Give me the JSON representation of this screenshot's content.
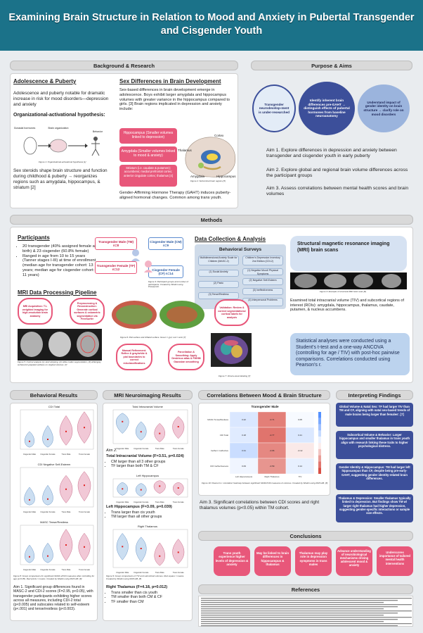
{
  "title": "Examining Brain Structure in Relation to Mood and Anxiety in Pubertal Transgender and Cisgender Youth",
  "headers": {
    "background": "Background & Research",
    "purpose": "Purpose & Aims",
    "methods": "Methods",
    "behavioral": "Behavioral Results",
    "mri_results": "MRI Neuroimaging Results",
    "correlations": "Correlations Between Mood & Brain Structure",
    "interpreting": "Interpreting Findings",
    "conclusions": "Conclusions",
    "references": "References"
  },
  "background": {
    "adolescence_title": "Adolescence & Puberty",
    "adolescence_text": "Adolescence and puberty notable for dramatic increase in risk for mood disorders—depression and anxiety",
    "org_title": "Organizational-activational hypothesis:",
    "diagram_labels": [
      "Gonadal hormones",
      "Brain organization",
      "Behavior"
    ],
    "fig1_caption": "Figure 1: Organizational-activational hypothesis [1]",
    "steroids_text": "Sex steroids shape brain structure and function during childhood & puberty → reorganizes regions such as amygdala, hippocampus, & striatum [2]",
    "sexdiff_title": "Sex Differences in Brain Development",
    "sexdiff_text": "Sex-based differences in brain development emerge in adolescence. Boys exhibit larger amygdala and hippocampus volumes with greater variance in the hippocampus compared to girls. [3] Brain regions implicated in depression and anxiety include:",
    "regions": [
      "Hippocampus (Smaller volumes linked to depression)",
      "Amygdala (Smaller volumes linked to mood & anxiety)",
      "Striatum (i.e. caudate & putamen); accumbens; medial prefrontal cortex; anterior cingulate cortex; thalamus [4]"
    ],
    "brain_labels": [
      "Cortex",
      "Thalamus",
      "Amygdala",
      "Hippocampus"
    ],
    "fig2_caption": "Figure 2: Subcortical brain regions [5]",
    "gaht_text": "Gender-Affirming Hormone Therapy (GAHT) induces puberty-aligned hormonal changes. Common among trans youth."
  },
  "purpose": {
    "ovals": [
      "Transgender neurodevelop-ment is under-researched",
      "Identify inherent brain differences pre-GAHT → distinguish effects of pubertal hormones from baseline neuroanatomy",
      "Understand impact of gender identity on brain structure → clarify role on mood disorders"
    ],
    "aims": [
      "Aim 1. Explore differences in depression and anxiety between transgender and cisgender youth in early puberty",
      "Aim 2. Explore global and regional brain volume differences across the participant groups",
      "Aim 3. Assess correlations between mental health scores and brain volumes"
    ]
  },
  "methods": {
    "participants_title": "Participants",
    "participants": [
      "20 transgender (40% assigned female at birth) & 23 cisgender (60.8% female)",
      "Ranged in age from 10 to 15 years (Tanner stages I-III) at time of enrollment (median age for transgender cohort: 13 years; median age for cisgender cohort: 11 years)"
    ],
    "groups": [
      {
        "label": "Transgender Male (TM) n=8",
        "color": "#e8577a"
      },
      {
        "label": "Cisgender Male (CM) n=9",
        "color": "#5b8bd0"
      },
      {
        "label": "Transgender Female (TF) n=12",
        "color": "#e8577a"
      },
      {
        "label": "Cisgender Female (CF) n=14",
        "color": "#5b8bd0"
      }
    ],
    "fig3_caption": "Figure 3: Participant groups and number of participants. Created by Shalini using Powerpoint.",
    "data_title": "Data Collection & Analysis",
    "surveys_title": "Behavioral Surveys",
    "masc_title": "Multidimensional Anxiety Scale for Children (MASC-2)",
    "masc_items": [
      "(1) Social Anxiety",
      "(2) Panic",
      "(3) Tense/Restless"
    ],
    "cdi_title": "Children's Depression Inventory 2nd Edition (CDI-2)",
    "cdi_items": [
      "(1) Negative Mood/ Physical Symptoms",
      "(2) Negative Self-Esteem",
      "(3) Ineffectiveness",
      "(4) Interpersonal Problems"
    ],
    "smri_title": "Structural magnetic resonance imaging (MRI) brain scans",
    "fig4_caption": "Figure 4: Example of structural MRI brain scan [6]",
    "examined_text": "Examined total intracranial volume (TIV) and subcortical regions of interest (ROIs): amygdala, hippocampus, thalamus, caudate, putamen, & nucleus accumbens.",
    "pipeline_title": "MRI Data Processing Pipeline",
    "pipeline_steps": [
      "MRI Acquisition: T1-weighted imaging for high-resolution brain anatomy",
      "Preprocessing & Reconstruction: Generate cortical surfaces & volumetric segmentation via FreeSurfer",
      "Manual Refinement: Refine & gray/white & pial boundaries to correct misclassifications",
      "Parcellation & Smoothing: Apply Destrieux atlas & FWHM Gaussian smoothing",
      "Validation: Review & correct segmentations/ cortical labels for analysis"
    ],
    "fig5_caption": "Figure 5: Control analysis (1) skull stripping, (2) white matter segmentation, (3) white/gray surfaced & gray/pial surfaces on original volumes. [7]",
    "fig6_caption": "Figure 6: Pial surface and inflated surface. Green = gyri; red = sulci [7]",
    "fig7_caption": "Figure 7: Volume-level labeling [7]",
    "stats_text": "Statistical analyses were conducted using a Student's t-test and a one-way ANCOVA (controlling for age / TIV) with post-hoc pairwise comparisons. Correlations conducted using Pearson's r."
  },
  "behavioral": {
    "plot_titles": [
      "CDI Total",
      "CDI Negative Self-Esteem",
      "MASC Tense/Restless"
    ],
    "groups": [
      "Cisgender Male",
      "Cisgender Female",
      "Trans Male",
      "Trans Female"
    ],
    "fig8_caption": "Figure 8: Group comparisons for significant MASC-2/CDI measures after controlling for age (p<0.05). Red points = means. Created by Shalini using MATLAB. [8]",
    "aim1_text": "Aim 1. Significant group differences found in MASC-2 and CDI-2 scores (F=2.95, p<0.05), with transgender participants exhibiting higher scores across all measures, including CDI-2 total (p<0.005) and subscales related to self-esteem (p<.001) and tense/restless (p<0.003)."
  },
  "mri": {
    "plot_titles": [
      "Total Intracranial Volume",
      "Left Hippocampus",
      "Right Thalamus"
    ],
    "aim2_label": "Aim 2.",
    "tiv_title": "Total Intracranial Volume (F=3.51, p=0.024)",
    "tiv_items": [
      "CM larger than all 3 other groups",
      "TF larger than both TM & CF"
    ],
    "lh_title": "Left Hippocampus (F=3.09, p=0.039)",
    "lh_items": [
      "Trans larger than cis youth",
      "TM larger than all other groups"
    ],
    "rt_title": "Right Thalamus (F=4.18, p=0.012)",
    "rt_items": [
      "Trans smaller than cis youth",
      "TM smaller than both CM & CF",
      "TF smaller than CM"
    ],
    "fig9_caption": "Figure 9: Group comparisons of TIV and subcortical volumes. Red square = means. Created by Shalini using MATLAB. [8]"
  },
  "correlations": {
    "heatmap_title": "Transgender Male",
    "rows": [
      "MASC Tense/Restless",
      "CDI Total",
      "Ineffect. Ineffective",
      "CDI Ineffectiveness"
    ],
    "cols": [
      "Left Hippocampus",
      "Right Thalamus",
      "TIV"
    ],
    "values": [
      [
        0.22,
        -0.71,
        0.05
      ],
      [
        0.18,
        -0.77,
        0.21
      ],
      [
        0.31,
        -0.66,
        -0.12
      ],
      [
        0.09,
        -0.59,
        0.14
      ]
    ],
    "fig10_caption": "Figure 10: Pearson's r correlation heatmap between significant MASC/CDI measures & volumes. Created by Shalini using MATLAB. [8]",
    "aim3_text": "Aim 3. Significant correlations between CDI scores and right thalamus volumes (p<0.05) within TM cohort."
  },
  "interpreting": [
    "Global Volume & Natal Sex: TF had larger TIV than TM and CF, aligning with natal sex-based trends of male brains being larger than females'. [7]",
    "Subcortical Volume & Behavior: Larger hippocampus and smaller thalamus in trans youth align with research linking these traits to higher psychological distress.",
    "Gender Identity & Hippocampus: TM had larger left hippocampus than CF, despite being pre-early-GAHT, suggesting gender identity-related brain differences.",
    "Thalamus & Depression: Smaller thalamus typically linked to depression. But findings show TM w/ larger right thalamus had higher depression, suggesting gender-specific interactions or sample size effects."
  ],
  "conclusions": [
    "Trans youth experience higher levels of depression & anxiety",
    "May be linked to brain differences in hippocampus & thalamus",
    "Thalamus may play role in depression symptoms in trans males",
    "Advance understanding of neurobiological mechanisms driving adolescent mood & anxiety",
    "Underscores importance of tailored mental health interventions"
  ],
  "references_lines": 14
}
